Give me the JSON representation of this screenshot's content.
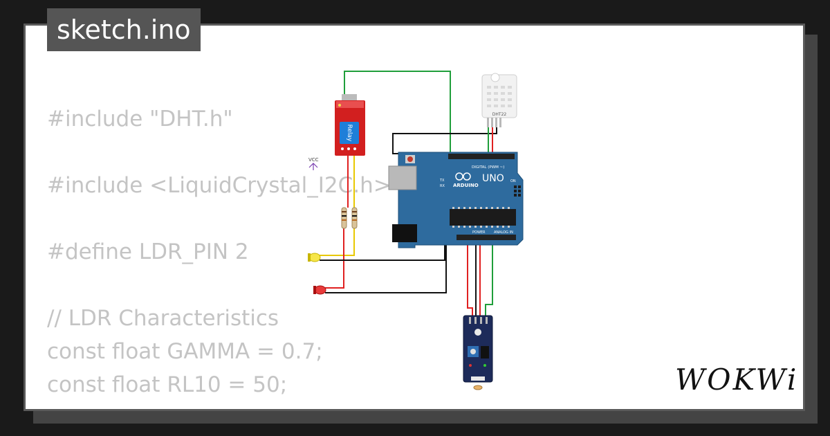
{
  "header": {
    "title": "sketch.ino"
  },
  "code": {
    "lines": [
      "#include \"DHT.h\"",
      "",
      "#include <LiquidCrystal_I2C.h>",
      "",
      "#define LDR_PIN 2",
      "",
      "// LDR Characteristics",
      "const float GAMMA = 0.7;",
      "const float RL10 = 50;"
    ]
  },
  "diagram": {
    "relay_label": "Relay",
    "vcc_label": "VCC",
    "dht_label": "DHT22",
    "arduino_brand": "ARDUINO",
    "arduino_model": "UNO",
    "digital_label": "DIGITAL (PWM ~)",
    "power_label": "POWER",
    "analog_label": "ANALOG IN",
    "tx_label": "TX",
    "rx_label": "RX",
    "on_label": "ON"
  },
  "brand": {
    "logo": "WOKWi"
  },
  "colors": {
    "background": "#1a1a1a",
    "card": "#ffffff",
    "title_tab": "#555555",
    "code_text": "#c4c4c4",
    "arduino_board": "#2e6b9e",
    "relay_board": "#d21f1f",
    "sensor_board": "#1d2b5a",
    "wire_green": "#1f9e3a",
    "wire_red": "#e02020",
    "wire_black": "#111111",
    "wire_yellow": "#e8c800"
  }
}
